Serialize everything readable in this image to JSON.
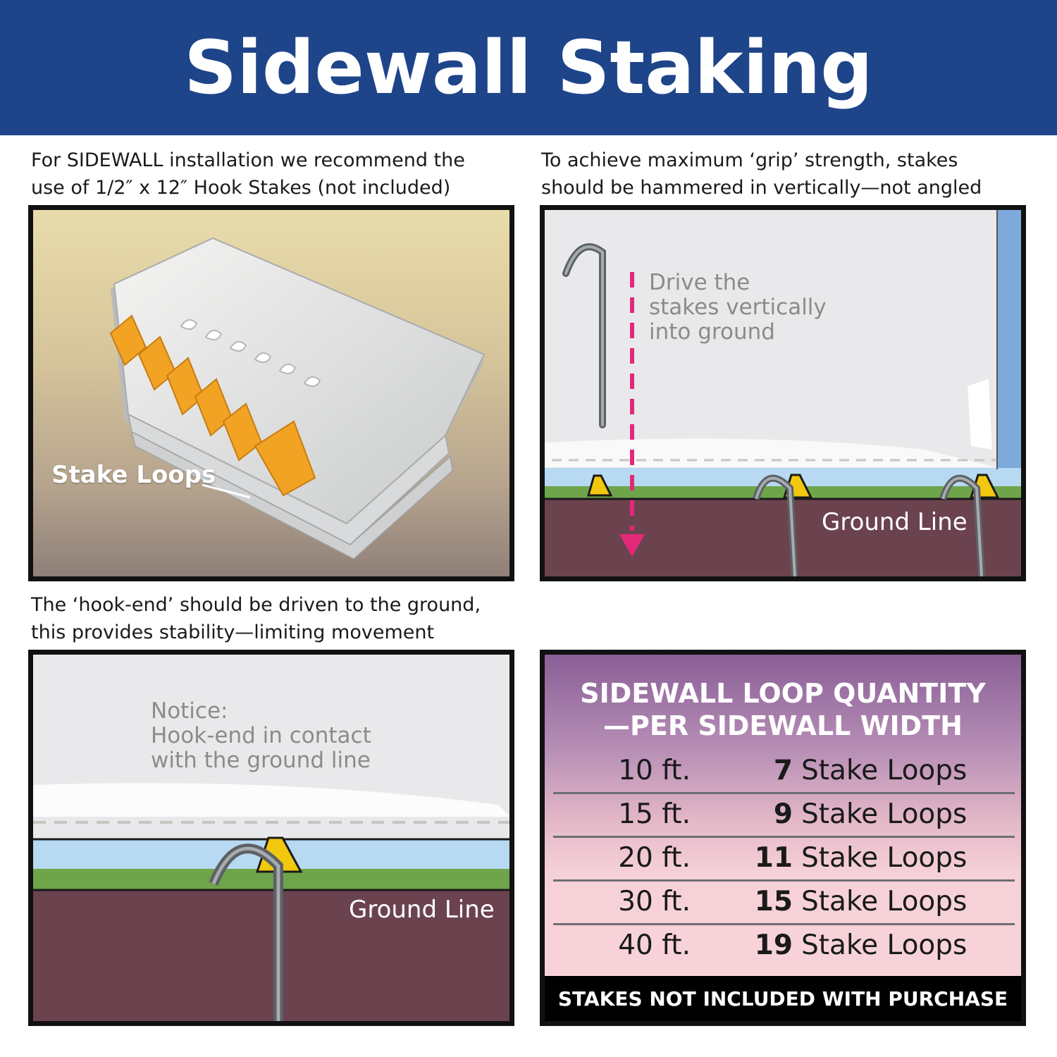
{
  "title": "Sidewall Staking",
  "captions": {
    "top_left": [
      "For SIDEWALL installation we recommend the",
      "use of 1/2″ x 12″ Hook Stakes (not included)"
    ],
    "top_right": [
      "To achieve maximum ‘grip’ strength, stakes",
      "should be hammered in vertically—not angled"
    ],
    "bottom_left": [
      "The ‘hook-end’ should be driven to the ground,",
      "this provides stability—limiting movement"
    ]
  },
  "photo_panel": {
    "label": "Stake Loops"
  },
  "vertical_panel": {
    "note": [
      "Drive the",
      "stakes vertically",
      "into ground"
    ],
    "ground_label": "Ground Line"
  },
  "hook_panel": {
    "note": [
      "Notice:",
      "Hook-end in contact",
      "with the ground line"
    ],
    "ground_label": "Ground Line"
  },
  "loop_table": {
    "title": [
      "SIDEWALL LOOP QUANTITY",
      "—PER SIDEWALL WIDTH"
    ],
    "rows": [
      {
        "width": "10 ft.",
        "count": "7",
        "unit": "Stake Loops"
      },
      {
        "width": "15 ft.",
        "count": "9",
        "unit": "Stake Loops"
      },
      {
        "width": "20 ft.",
        "count": "11",
        "unit": "Stake Loops"
      },
      {
        "width": "30 ft.",
        "count": "15",
        "unit": "Stake Loops"
      },
      {
        "width": "40 ft.",
        "count": "19",
        "unit": "Stake Loops"
      }
    ],
    "footer": "STAKES NOT INCLUDED WITH PURCHASE"
  },
  "colors": {
    "header_blue": "#1e4489",
    "ground_soil": "#6b434f",
    "grass_green": "#6ea54a",
    "sky_blue": "#b7d9f1",
    "loop_orange": "#f2a324",
    "tab_yellow": "#f2c80f",
    "arrow_magenta": "#e3287a"
  }
}
